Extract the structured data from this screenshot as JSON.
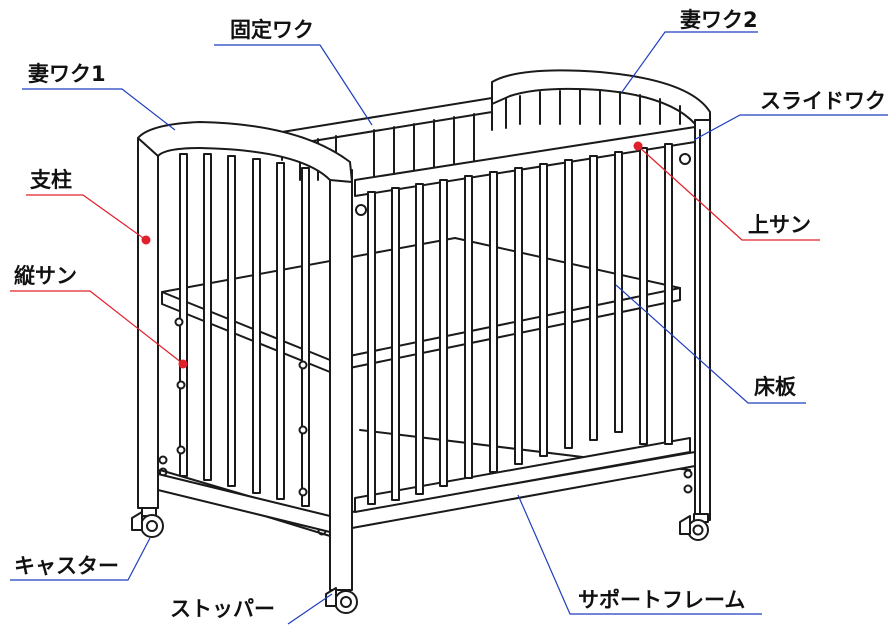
{
  "colors": {
    "outline": "#1a1a1a",
    "red_leader": "#e0202a",
    "blue_leader": "#1f3fbf",
    "background": "#ffffff"
  },
  "labels": {
    "kotei_waku": "固定ワク",
    "tsuma_waku_2": "妻ワク2",
    "tsuma_waku_1": "妻ワク1",
    "slide_waku": "スライドワク",
    "shichu": "支柱",
    "ue_san": "上サン",
    "tate_san": "縦サン",
    "yukaita": "床板",
    "caster": "キャスター",
    "support_frame": "サポートフレーム",
    "stopper": "ストッパー"
  }
}
